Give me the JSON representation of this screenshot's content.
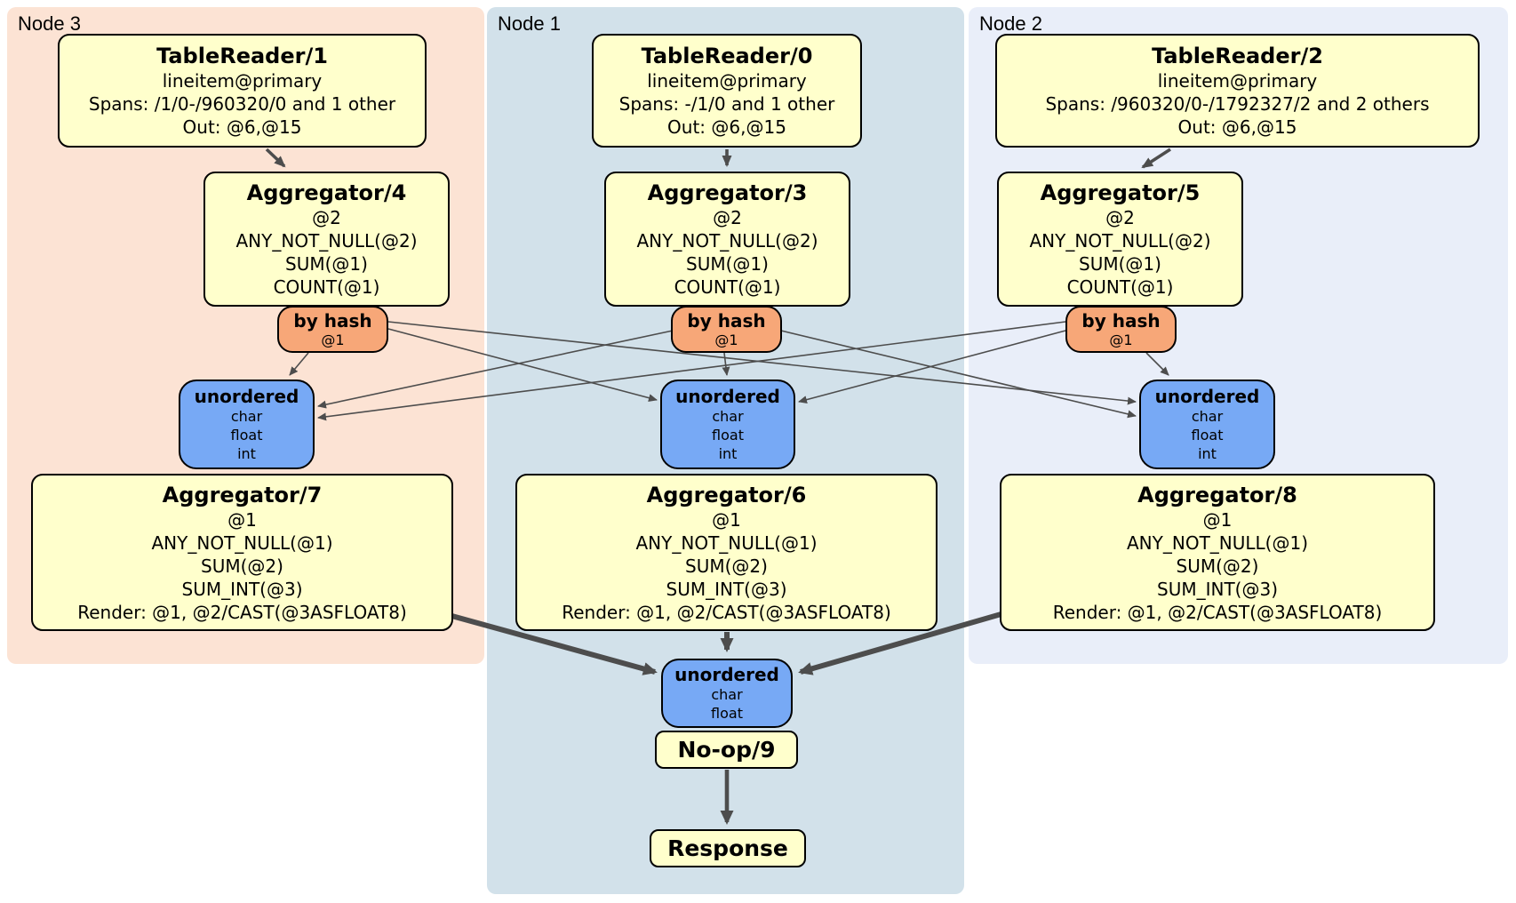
{
  "colors": {
    "node3_bg": "#fce3d4",
    "node1_bg": "#d2e1ea",
    "node2_bg": "#e9eef9",
    "box_bg": "#ffffcc",
    "router_bg": "#f7a778",
    "sync_bg": "#77a9f5",
    "border": "#000000",
    "edge": "#4d4d4d",
    "text": "#000000"
  },
  "panels": {
    "node3": {
      "label": "Node 3"
    },
    "node1": {
      "label": "Node 1"
    },
    "node2": {
      "label": "Node 2"
    }
  },
  "boxes": {
    "tr1": {
      "title": "TableReader/1",
      "lines": [
        "lineitem@primary",
        "Spans: /1/0-/960320/0 and 1 other",
        "Out: @6,@15"
      ]
    },
    "tr0": {
      "title": "TableReader/0",
      "lines": [
        "lineitem@primary",
        "Spans: -/1/0 and 1 other",
        "Out: @6,@15"
      ]
    },
    "tr2": {
      "title": "TableReader/2",
      "lines": [
        "lineitem@primary",
        "Spans: /960320/0-/1792327/2 and 2 others",
        "Out: @6,@15"
      ]
    },
    "agg4": {
      "title": "Aggregator/4",
      "lines": [
        "@2",
        "ANY_NOT_NULL(@2)",
        "SUM(@1)",
        "COUNT(@1)"
      ]
    },
    "agg3": {
      "title": "Aggregator/3",
      "lines": [
        "@2",
        "ANY_NOT_NULL(@2)",
        "SUM(@1)",
        "COUNT(@1)"
      ]
    },
    "agg5": {
      "title": "Aggregator/5",
      "lines": [
        "@2",
        "ANY_NOT_NULL(@2)",
        "SUM(@1)",
        "COUNT(@1)"
      ]
    },
    "agg7": {
      "title": "Aggregator/7",
      "lines": [
        "@1",
        "ANY_NOT_NULL(@1)",
        "SUM(@2)",
        "SUM_INT(@3)",
        "Render: @1, @2/CAST(@3ASFLOAT8)"
      ]
    },
    "agg6": {
      "title": "Aggregator/6",
      "lines": [
        "@1",
        "ANY_NOT_NULL(@1)",
        "SUM(@2)",
        "SUM_INT(@3)",
        "Render: @1, @2/CAST(@3ASFLOAT8)"
      ]
    },
    "agg8": {
      "title": "Aggregator/8",
      "lines": [
        "@1",
        "ANY_NOT_NULL(@1)",
        "SUM(@2)",
        "SUM_INT(@3)",
        "Render: @1, @2/CAST(@3ASFLOAT8)"
      ]
    },
    "router3": {
      "title": "by hash",
      "key": "@1"
    },
    "router1": {
      "title": "by hash",
      "key": "@1"
    },
    "router2": {
      "title": "by hash",
      "key": "@1"
    },
    "sync3": {
      "title": "unordered",
      "types": [
        "char",
        "float",
        "int"
      ]
    },
    "sync1": {
      "title": "unordered",
      "types": [
        "char",
        "float",
        "int"
      ]
    },
    "sync2": {
      "title": "unordered",
      "types": [
        "char",
        "float",
        "int"
      ]
    },
    "sync_final": {
      "title": "unordered",
      "types": [
        "char",
        "float"
      ]
    },
    "noop": {
      "title": "No-op/9"
    },
    "response": {
      "title": "Response"
    }
  }
}
